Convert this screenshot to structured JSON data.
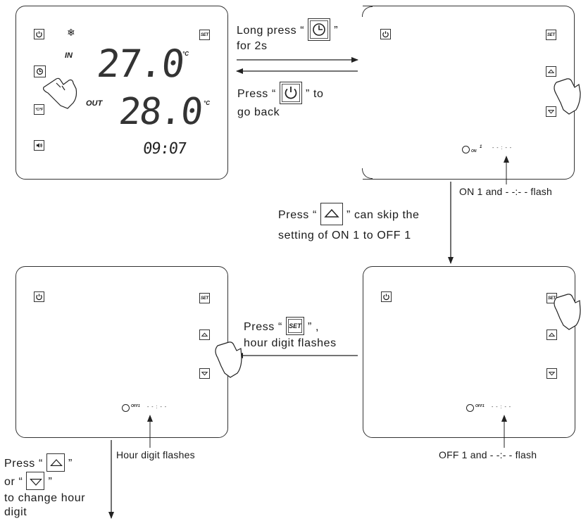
{
  "labels": {
    "long_press_prefix": "Long press “",
    "long_press_suffix": "”",
    "for_2s": "for 2s",
    "press_prefix": "Press “",
    "to_suffix": "” to",
    "go_back": "go back",
    "skip_suffix": "” can skip the",
    "skip_line2": "setting of ON 1 to OFF 1",
    "set_prefix": "Press “",
    "set_suffix": "” ,",
    "hour_flashes_line2": "hour digit flashes",
    "change_press": "Press “",
    "change_q_close": "”",
    "change_or": "or “",
    "change_or_close": "”",
    "change_line3": "to change hour",
    "change_line4": "digit",
    "note_on1": "ON 1 and - -:- - flash",
    "note_off1": "OFF 1 and - -:- - flash",
    "note_hour": "Hour digit flashes"
  },
  "display": {
    "in_label": "IN",
    "out_label": "OUT",
    "temp_in": "27.0",
    "temp_out": "28.0",
    "unit_c": "°C",
    "time": "09:07",
    "set_icon_text": "SET",
    "cf_icon_text": "°C/°F",
    "on_tag": "ON",
    "on_num": "1",
    "off_tag": "OFF1",
    "dash_time": "- - : - -"
  },
  "colors": {
    "line": "#333333",
    "text": "#1a1a1a"
  }
}
